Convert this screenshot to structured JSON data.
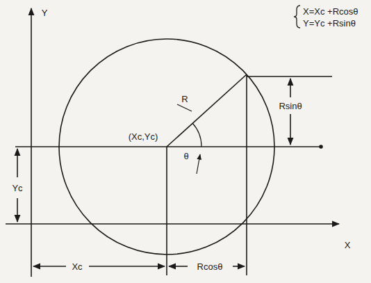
{
  "diagram": {
    "labels": [
      "Y",
      "X",
      "X=Xc +Rcosθ",
      "Y=Yc +Rsinθ",
      "R",
      "(Xc,Yc)",
      "θ",
      "Rsinθ",
      "Yc",
      "Xc",
      "Rcosθ"
    ]
  }
}
